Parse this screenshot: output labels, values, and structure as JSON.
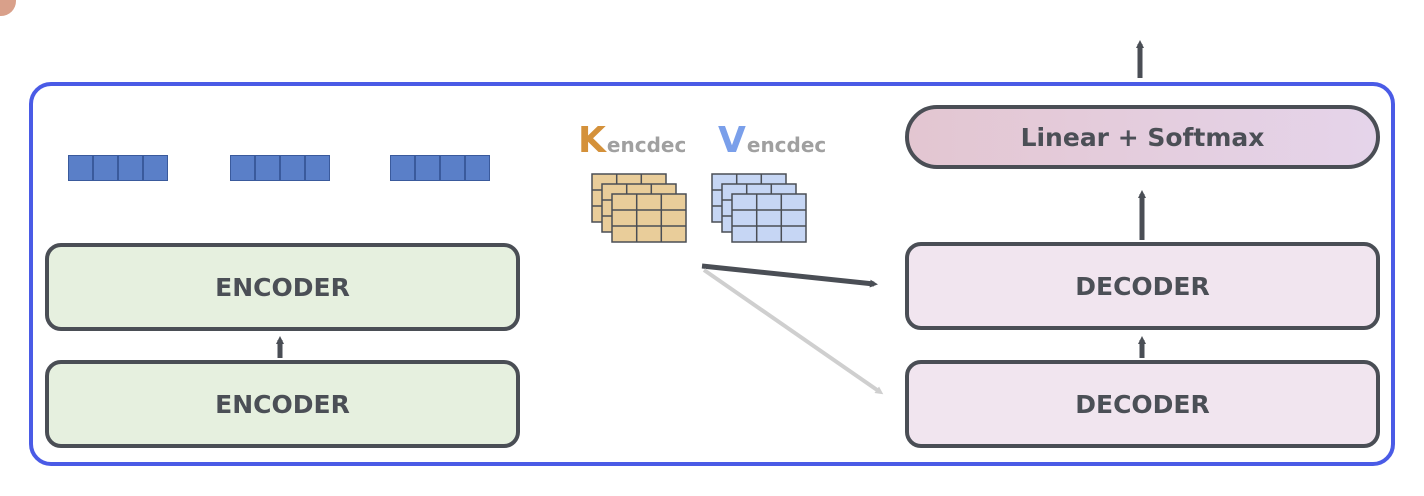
{
  "encoder": {
    "lower_label": "ENCODER",
    "upper_label": "ENCODER"
  },
  "decoder": {
    "lower_label": "DECODER",
    "upper_label": "DECODER",
    "output_label": "Linear + Softmax"
  },
  "kv": {
    "k_letter": "K",
    "k_sub": "encdec",
    "v_letter": "V",
    "v_sub": "encdec"
  },
  "colors": {
    "frame": "#4a5be6",
    "encoder_fill": "#e6f0df",
    "decoder_fill": "#f1e5ef",
    "k_color": "#d4913a",
    "v_color": "#7a9fea",
    "k_matrix_fill": "#e9cd9a",
    "v_matrix_fill": "#c6d6f4",
    "vector_fill": "#5a7fc8",
    "arrow_dark": "#4a4e55",
    "arrow_light": "#cfcfcf"
  },
  "vectors": [
    {
      "cells": 4
    },
    {
      "cells": 4
    },
    {
      "cells": 4
    }
  ]
}
